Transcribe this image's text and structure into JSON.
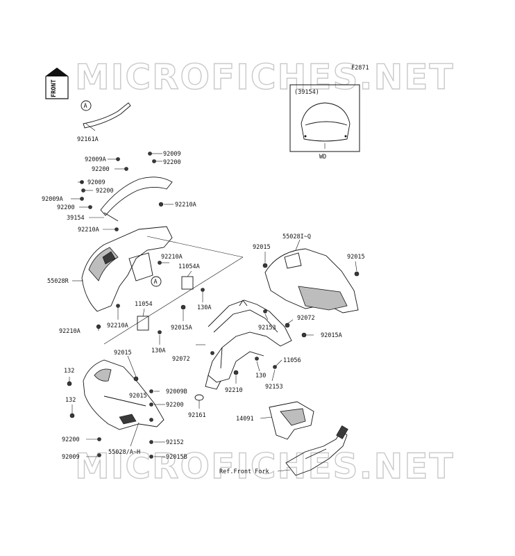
{
  "diagram": {
    "watermark": "MICROFICHES.NET",
    "figure_code": "F2871",
    "front_label": "FRONT",
    "inset": {
      "part": "(39154)",
      "variant": "WD"
    },
    "callout_marker": "A",
    "labels": [
      "92161A",
      "92009A",
      "92200",
      "92009",
      "92200",
      "92009",
      "92200",
      "92009A",
      "92200",
      "39154",
      "92210A",
      "92210A",
      "55028R",
      "92210A",
      "11054A",
      "130A",
      "11054",
      "92210A",
      "92210A",
      "92015A",
      "130A",
      "92015",
      "92015",
      "132",
      "132",
      "92009B",
      "92200",
      "92152",
      "92200",
      "92009",
      "55028/A~H",
      "92015B",
      "92015",
      "55028I~Q",
      "92015",
      "92072",
      "92153",
      "92015A",
      "92072",
      "11056",
      "130",
      "92153",
      "92210",
      "92161",
      "14091",
      "Ref.Front Fork"
    ]
  }
}
